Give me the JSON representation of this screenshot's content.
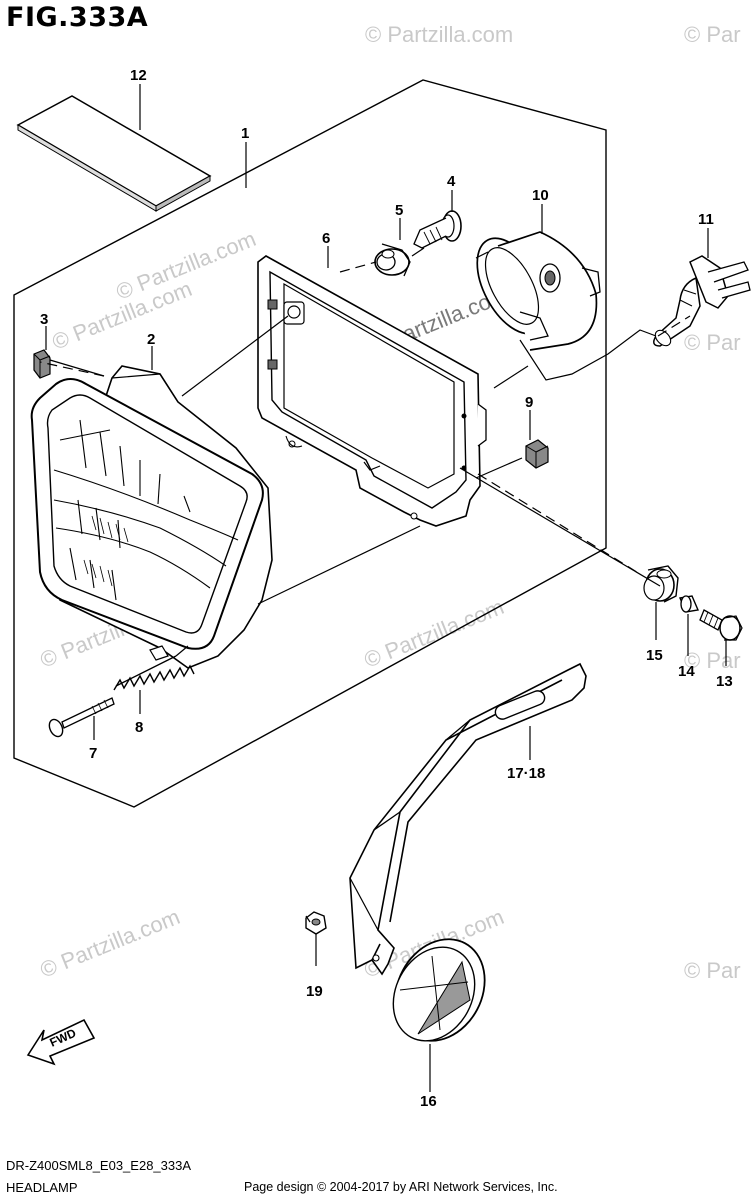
{
  "figure": {
    "title": "FIG.333A",
    "diagram_code": "DR-Z400SML8_E03_E28_333A",
    "section_name": "HEADLAMP",
    "copyright": "Page design © 2004-2017 by ARI Network Services, Inc.",
    "watermark": "© Partzilla.com",
    "watermark_short": "© Par",
    "fwd_label": "FWD"
  },
  "callouts": {
    "c1": "1",
    "c2": "2",
    "c3": "3",
    "c4": "4",
    "c5": "5",
    "c6": "6",
    "c7": "7",
    "c8": "8",
    "c9": "9",
    "c10": "10",
    "c11": "11",
    "c12": "12",
    "c13": "13",
    "c14": "14",
    "c15": "15",
    "c16": "16",
    "c17_18": "17·18",
    "c19": "19"
  }
}
